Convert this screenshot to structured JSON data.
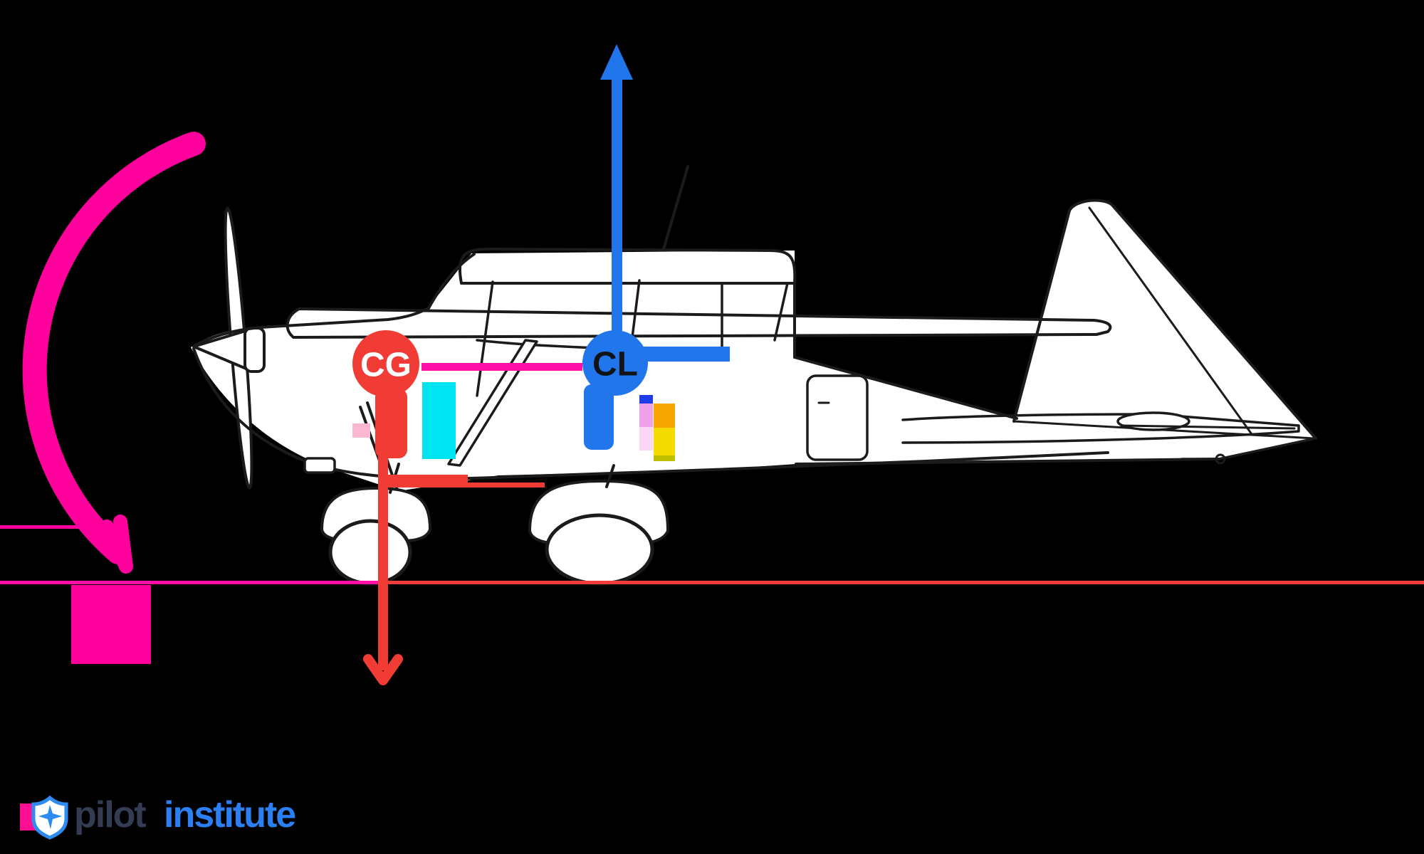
{
  "scene": {
    "background": "#000000",
    "pins": {
      "cg_label": "CG",
      "cl_label": "CL"
    },
    "logo": {
      "word1": "pilot",
      "word2": "institute"
    },
    "colors": {
      "pink": "#FF009D",
      "pink_line": "#FF0FA6",
      "red": "#F13B35",
      "line_red": "#F23B3B",
      "blue": "#2176EB",
      "cyan": "#00E4F2",
      "orange": "#F7A600",
      "yellow": "#F5DC00",
      "olive": "#BFBF00",
      "orchid": "#F0A0E8",
      "pale_pink": "#FBD7F5",
      "blush": "#F9B8CF",
      "deep_blue": "#1E3CE8",
      "cg_text": "#FFFFFF",
      "cl_text": "#101418",
      "plane_line": "#1B1B1B",
      "plane_fill": "#FFFFFF",
      "logo_navy": "#333C52",
      "logo_blue": "#2C7FF2",
      "shield_blue": "#2E8BF0",
      "logo_pink": "#FD0E93"
    }
  }
}
